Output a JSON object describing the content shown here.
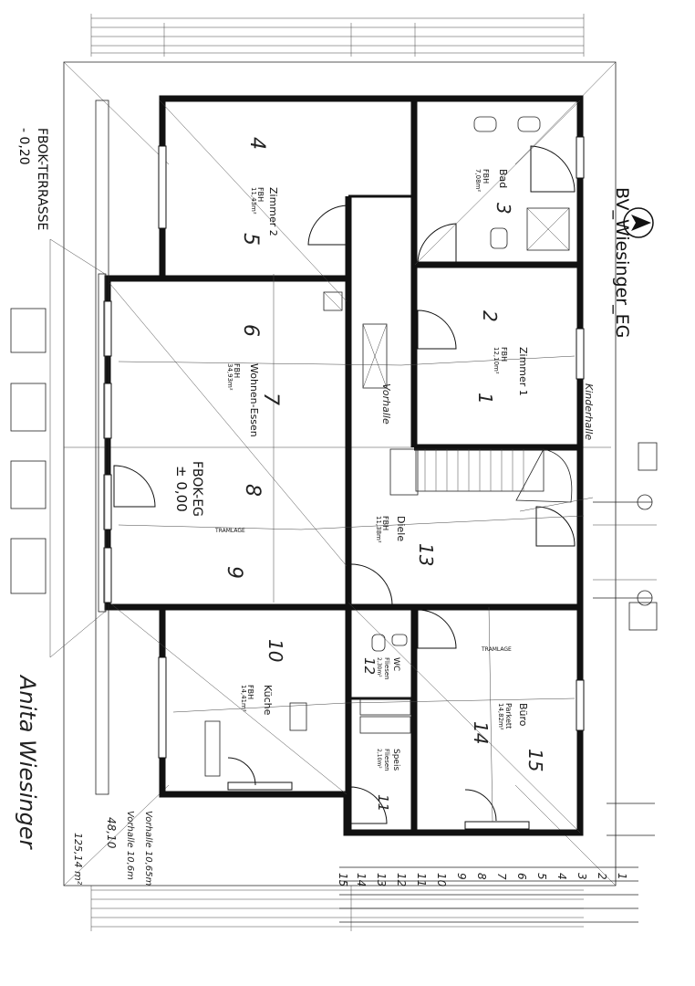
{
  "plan": {
    "title": "BV_Wiesinger_EG",
    "terrace_level_title": "FBOK-TERRASSE",
    "terrace_level_value": "- 0,20",
    "floor_level_title": "FBOK-EG",
    "floor_level_value": "± 0,00",
    "north_mark": "N",
    "stair_label": "TRAMLAGE",
    "stair_label_2": "TRAMLAGE",
    "rooms": [
      {
        "name": "Zimmer 2",
        "floor": "FBH",
        "area": "11,43m²",
        "hand_num": "4"
      },
      {
        "name": "Bad",
        "floor": "FBH",
        "area": "7,08m²",
        "hand_num": "3"
      },
      {
        "name": "Wohnen-Essen",
        "floor": "FBH",
        "area": "34,93m²",
        "hand_num": "6"
      },
      {
        "name": "Zimmer 1",
        "floor": "FBH",
        "area": "12,10m²",
        "hand_num": "2"
      },
      {
        "name": "Diele",
        "floor": "FBH",
        "area": "11,38m²",
        "hand_num": "13"
      },
      {
        "name": "Küche",
        "floor": "FBH",
        "area": "14,41m²",
        "hand_num": "10"
      },
      {
        "name": "WC",
        "floor": "Fliesen",
        "area": "2,30m²",
        "hand_num": "12"
      },
      {
        "name": "Speis",
        "floor": "Fliesen",
        "area": "2,10m²",
        "hand_num": "11"
      },
      {
        "name": "Büro",
        "floor": "Parkett",
        "area": "14,82m²",
        "hand_num": "14"
      }
    ],
    "hand_extra": [
      "5",
      "7",
      "8",
      "9",
      "1",
      "15",
      "Vorhalle"
    ],
    "margin_notes": [
      "Kinderhalle",
      "48,10",
      "Vorhalle 10,65m",
      "Vorhalle 10,6m",
      "125,14 m²"
    ],
    "signature": "Anita Wiesinger",
    "tally_numbers": [
      "15",
      "14",
      "13",
      "12",
      "11",
      "10",
      "9",
      "8",
      "7",
      "6",
      "5",
      "4",
      "3",
      "2",
      "1"
    ]
  }
}
